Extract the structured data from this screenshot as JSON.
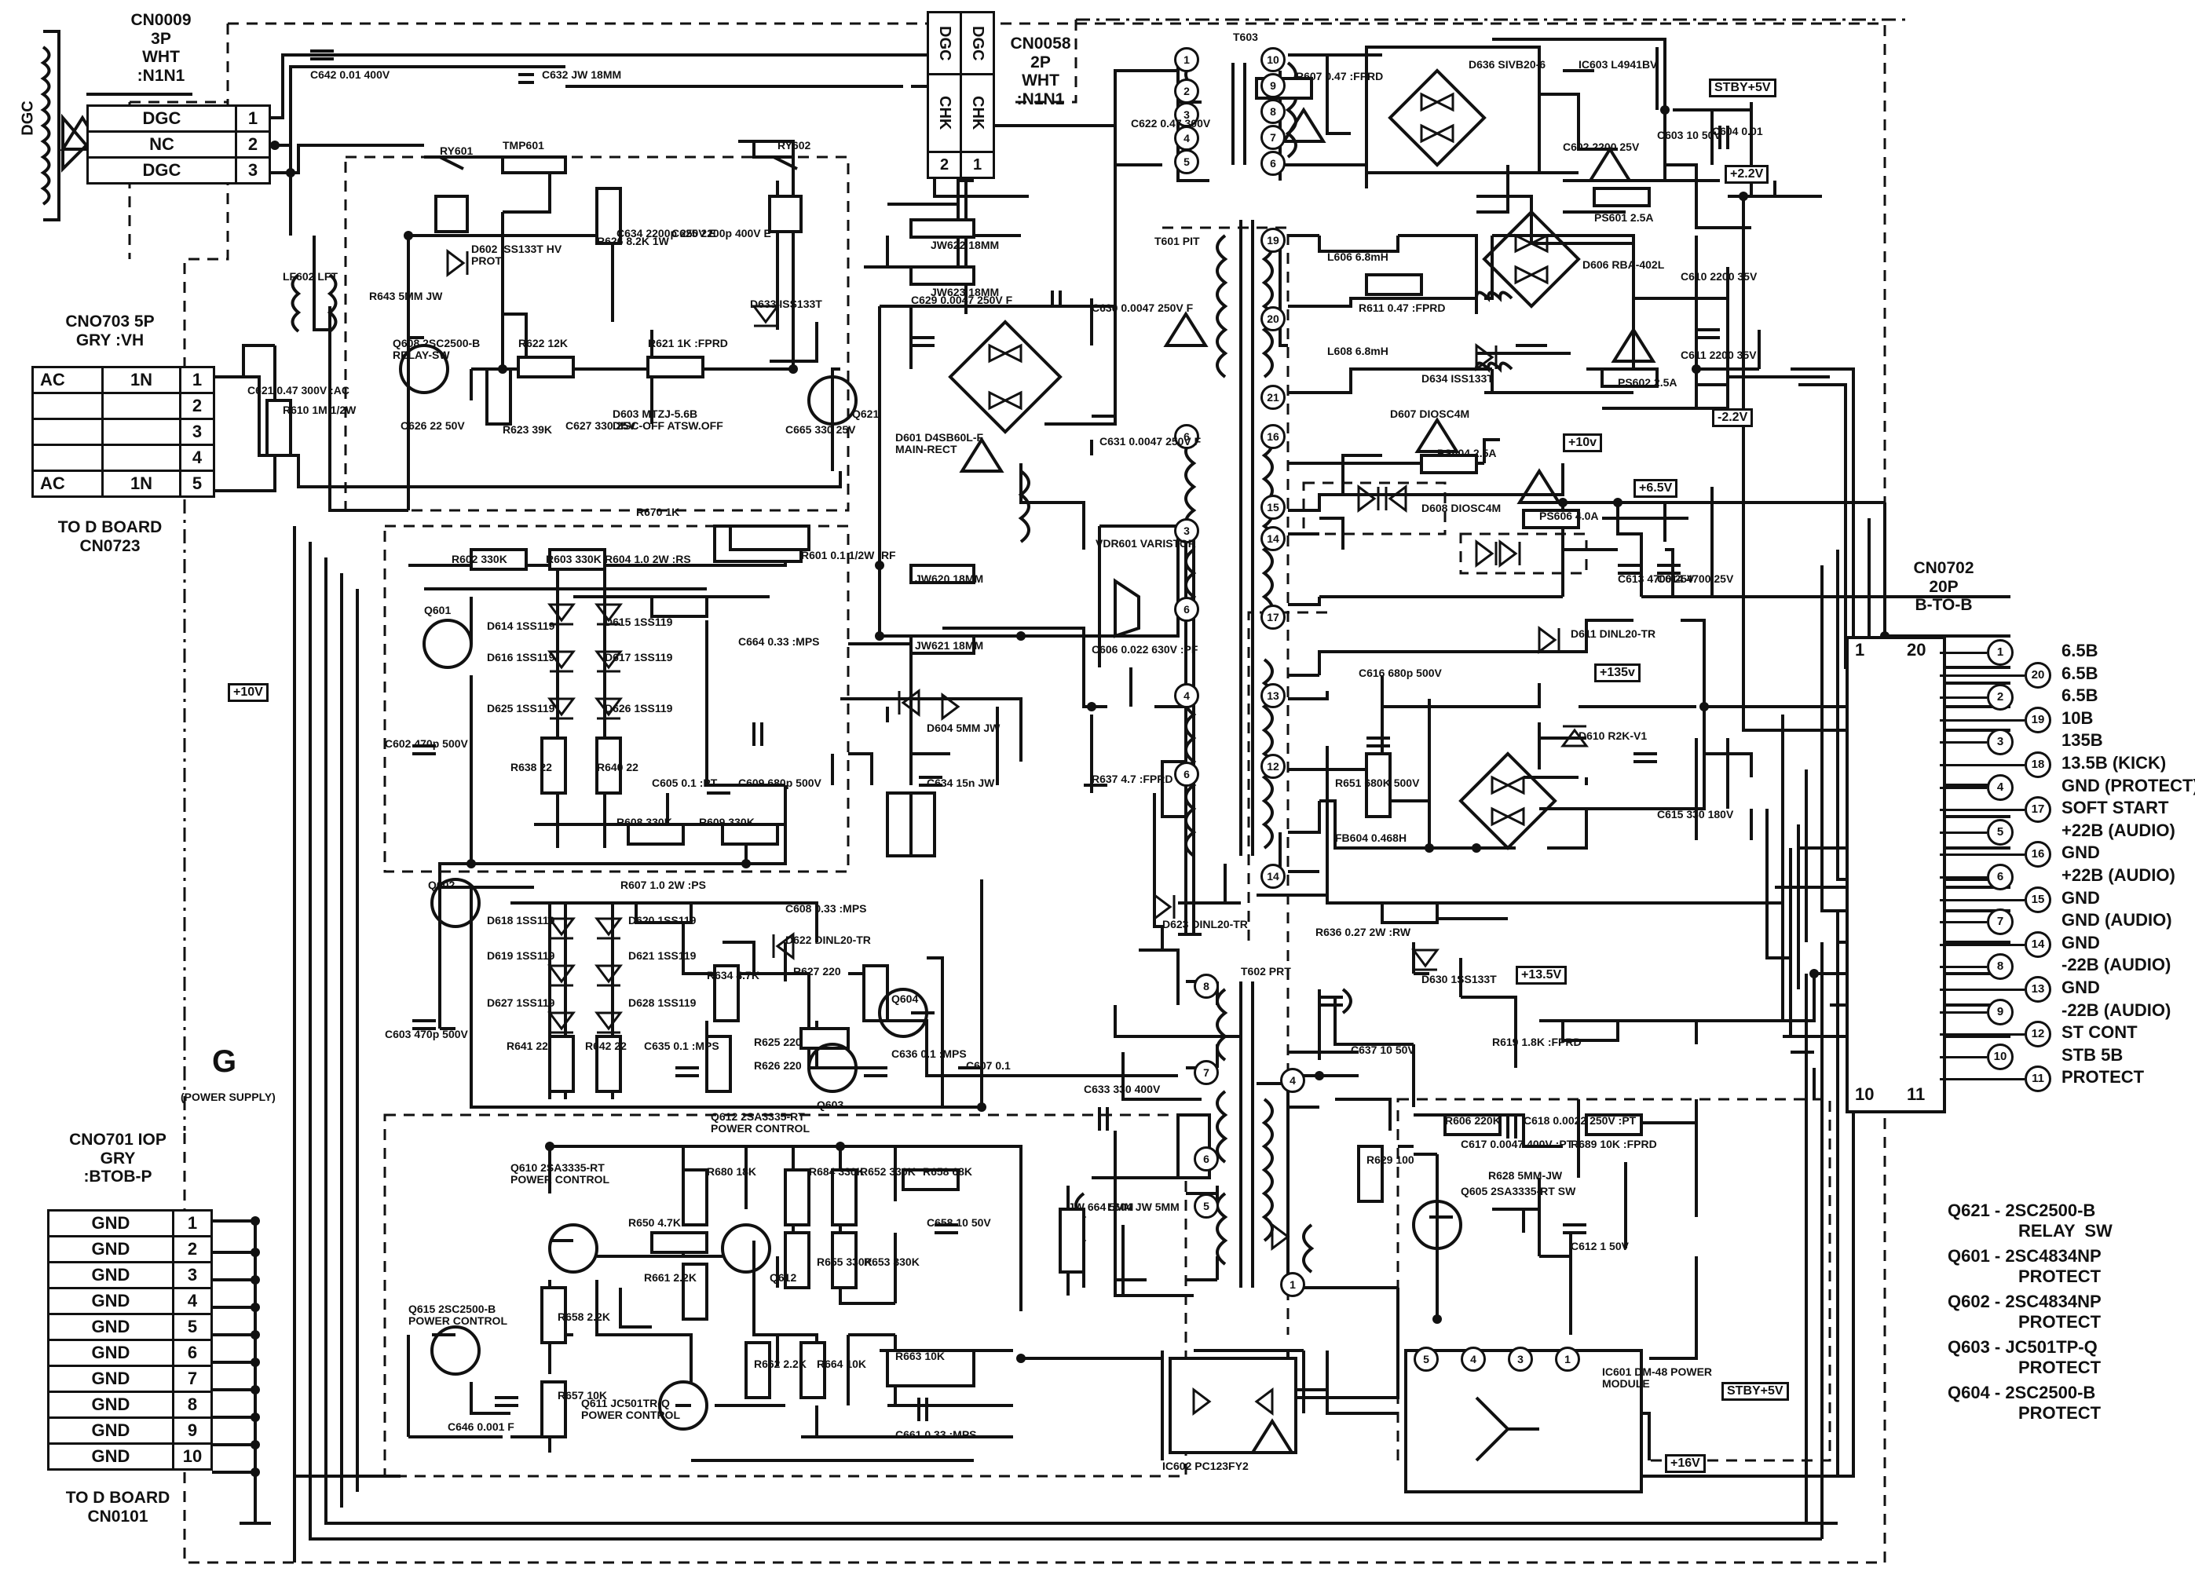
{
  "section": {
    "letter": "G",
    "caption": "(POWER SUPPLY)"
  },
  "cn0009": {
    "lines": [
      "CN0009",
      "3P",
      "WHT",
      ":N1N1"
    ],
    "pins": [
      {
        "n": "1",
        "sig": "DGC"
      },
      {
        "n": "2",
        "sig": "NC"
      },
      {
        "n": "3",
        "sig": "DGC"
      }
    ],
    "coil_label": "DGC"
  },
  "cn0058": {
    "lines": [
      "CN0058",
      "2P",
      "WHT",
      ":N1N1"
    ],
    "cols": [
      {
        "top": "DGC",
        "mid": "CHK",
        "n": "2"
      },
      {
        "top": "DGC",
        "mid": "CHK",
        "n": "1"
      }
    ]
  },
  "cn0703": {
    "lines": [
      "CNO703  5P",
      "GRY  :VH"
    ],
    "pins": [
      {
        "n": "1",
        "sig": "AC",
        "side": "1N"
      },
      {
        "n": "2",
        "sig": "",
        "side": ""
      },
      {
        "n": "3",
        "sig": "",
        "side": ""
      },
      {
        "n": "4",
        "sig": "",
        "side": ""
      },
      {
        "n": "5",
        "sig": "AC",
        "side": "1N"
      }
    ],
    "footer": [
      "TO D BOARD",
      "CN0723"
    ]
  },
  "cn0701": {
    "lines": [
      "CNO701  IOP",
      "GRY",
      ":BTOB-P"
    ],
    "pins": [
      {
        "n": "1",
        "sig": "GND"
      },
      {
        "n": "2",
        "sig": "GND"
      },
      {
        "n": "3",
        "sig": "GND"
      },
      {
        "n": "4",
        "sig": "GND"
      },
      {
        "n": "5",
        "sig": "GND"
      },
      {
        "n": "6",
        "sig": "GND"
      },
      {
        "n": "7",
        "sig": "GND"
      },
      {
        "n": "8",
        "sig": "GND"
      },
      {
        "n": "9",
        "sig": "GND"
      },
      {
        "n": "10",
        "sig": "GND"
      }
    ],
    "footer": [
      "TO D BOARD",
      "CN0101"
    ]
  },
  "cn0702": {
    "lines": [
      "CN0702",
      "20P",
      "B-TO-B"
    ],
    "corner": {
      "tl": "1",
      "tr": "20",
      "bl": "10",
      "br": "11"
    },
    "pins": [
      {
        "n": "1",
        "sig": "6.5B"
      },
      {
        "n": "20",
        "sig": "6.5B"
      },
      {
        "n": "2",
        "sig": "6.5B"
      },
      {
        "n": "19",
        "sig": "10B"
      },
      {
        "n": "3",
        "sig": "135B"
      },
      {
        "n": "18",
        "sig": "13.5B (KICK)"
      },
      {
        "n": "4",
        "sig": "GND (PROTECT)"
      },
      {
        "n": "17",
        "sig": "SOFT START"
      },
      {
        "n": "5",
        "sig": "+22B (AUDIO)"
      },
      {
        "n": "16",
        "sig": "GND"
      },
      {
        "n": "6",
        "sig": "+22B (AUDIO)"
      },
      {
        "n": "15",
        "sig": "GND"
      },
      {
        "n": "7",
        "sig": "GND (AUDIO)"
      },
      {
        "n": "14",
        "sig": "GND"
      },
      {
        "n": "8",
        "sig": "-22B (AUDIO)"
      },
      {
        "n": "13",
        "sig": "GND"
      },
      {
        "n": "9",
        "sig": "-22B (AUDIO)"
      },
      {
        "n": "12",
        "sig": "ST CONT"
      },
      {
        "n": "10",
        "sig": "STB 5B"
      },
      {
        "n": "11",
        "sig": "PROTECT"
      }
    ]
  },
  "legend": [
    {
      "ref": "Q621 - 2SC2500-B",
      "role": "RELAY  SW"
    },
    {
      "ref": "Q601 - 2SC4834NP",
      "role": "PROTECT"
    },
    {
      "ref": "Q602 - 2SC4834NP",
      "role": "PROTECT"
    },
    {
      "ref": "Q603 - JC501TP-Q",
      "role": "PROTECT"
    },
    {
      "ref": "Q604 - 2SC2500-B",
      "role": "PROTECT"
    }
  ],
  "tags": [
    "STBY+5V",
    "+2.2V",
    "-2.2V",
    "+10v",
    "+6.5V",
    "+10V",
    "+135v",
    "+13.5V",
    "STBY+5V",
    "+16V"
  ],
  "t603_pins": [
    "10",
    "9",
    "8",
    "7",
    "6"
  ],
  "t601_pins": [
    "19",
    "20",
    "21",
    "16",
    "15",
    "14",
    "17",
    "13",
    "12",
    "14"
  ],
  "t602_pins": [
    "8",
    "7",
    "6",
    "5",
    "4",
    "1"
  ],
  "labels": [
    "C642 0.01 400V",
    "C632 JW 18MM",
    "RY601",
    "TMP601",
    "RY602",
    "LF602 LFT",
    "C621 0.47 300V :AC",
    "R610 1M 1/2W",
    "R643 5MM JW",
    "Q608 2SC2500-B RELAY-SW",
    "D602 ISS133T HV PROT",
    "R626 8.2K 1W",
    "C634 2200p 250V E",
    "C625 2200p 400V E",
    "D633 ISS133T",
    "Q621",
    "R622 12K",
    "R621 1K :FPRD",
    "C626 22 50V",
    "R623 39K",
    "C627 330 25V",
    "D603 MTZJ-5.6B DISC-OFF ATSW.OFF",
    "C665 330 25V",
    "R670 1K",
    "JW622 18MM",
    "JW623 18MM",
    "C629 0.0047 250V F",
    "C630 0.0047 250V F",
    "C631 0.0047 250V F",
    "D601 D4SB60L-F MAIN-RECT",
    "C622 0.47 300V",
    "T603",
    "R607 0.47 :FPRD",
    "D636 SIVB20-6",
    "IC603 L4941BV",
    "C602 2200 25V",
    "C603 10 50V",
    "C604 0.01",
    "PS601 2.5A",
    "D606 RBA-402L",
    "C610 2200 35V",
    "C611 2200 35V",
    "PS602 2.5A",
    "T601 PIT",
    "L606 6.8mH",
    "R611 0.47 :FPRD",
    "L608 6.8mH",
    "D634 ISS133T",
    "D607 DIOSC4M",
    "PS604 2.5A",
    "D608 DIOSC4M",
    "PS606 4.0A",
    "C613 4700 25V",
    "C614 4700 25V",
    "R602 330K",
    "R603 330K",
    "R604 1.0 2W :RS",
    "R601 0.1 1/2W :RF",
    "Q601",
    "D614 1SS119",
    "D615 1SS119",
    "D616 1SS119",
    "D617 1SS119",
    "D625 1SS119",
    "D626 1SS119",
    "C664 0.33 :MPS",
    "C602 470p 500V",
    "R638 22",
    "R640 22",
    "C605 0.1 :PT",
    "C609 680p 500V",
    "R608 330K",
    "R609 330K",
    "JW620 18MM",
    "JW621 18MM",
    "D604 5MM JW",
    "C634 15n JW",
    "VDR601 VARISTOR",
    "C606 0.022 630V :PF",
    "R637 4.7 :FPRD",
    "D611 DINL20-TR",
    "D610 R2K-V1",
    "C616 680p 500V",
    "R651 680K 500V",
    "FB604 0.468H",
    "C615 330 180V",
    "Q602",
    "R607 1.0 2W :PS",
    "C608 0.33 :MPS",
    "D622 DINL20-TR",
    "D618 1SS119",
    "D620 1SS119",
    "D619 1SS119",
    "D621 1SS119",
    "D627 1SS119",
    "D628 1SS119",
    "C603 470p 500V",
    "R634 4.7K",
    "R627 220",
    "Q604",
    "R625 220",
    "R626 220",
    "Q603",
    "R641 22",
    "R642 22",
    "C635 0.1 :MPS",
    "C636 0.1 :MPS",
    "C607 0.1",
    "Q612 2SA3335-RT POWER CONTROL",
    "D623 DINL20-TR",
    "R636 0.27 2W :RW",
    "D630 1SS133T",
    "T602 PRT",
    "C637 10 50V",
    "R619 1.8K :FPRD",
    "C633 330 400V",
    "JW 664 5MM",
    "L604 JW 5MM",
    "R606 220K",
    "C618 0.0022 250V :PT",
    "C617 0.0047 400V :PT",
    "R689 10K :FPRD",
    "R629 100",
    "R628 5MM-JW",
    "Q605 2SA3335-RT SW",
    "C612 1 50V",
    "IC601 DM-48 POWER MODULE",
    "Q610 2SA3335-RT POWER CONTROL",
    "R680 18K",
    "R684 330K",
    "R652 330K",
    "R658 68K",
    "R650 4.7K",
    "C658 10 50V",
    "Q612",
    "R655 330K",
    "R653 330K",
    "R661 2.2K",
    "R658 2.2K",
    "R657 10K",
    "Q615 2SC2500-B POWER CONTROL",
    "C646 0.001 F",
    "Q611 JC501TR-Q POWER CONTROL",
    "R662 2.2K",
    "R664 10K",
    "R663 10K",
    "C661 0.33 :MPS",
    "IC602 PC123FY2"
  ]
}
